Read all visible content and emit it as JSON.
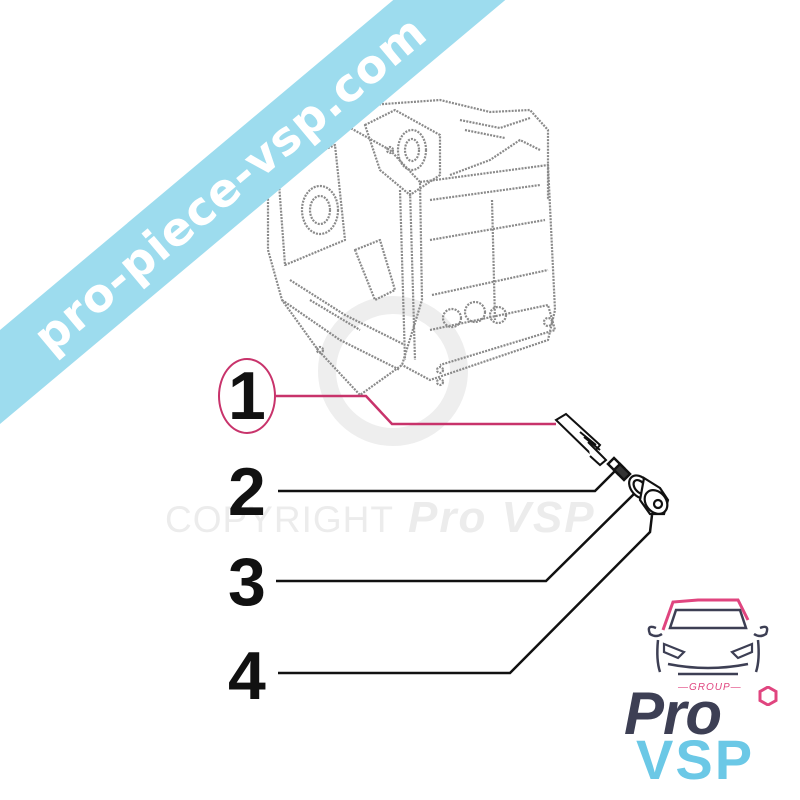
{
  "image": {
    "title": "Exploded parts diagram - gearbox housing with plug assembly",
    "subject": "Gearbox housing line drawing with callouts 1-4"
  },
  "watermark": {
    "banner_text": "pro-piece-vsp.com",
    "banner_color": "#9ddcee",
    "copyright_prefix": "COPYRIGHT",
    "copyright_brand": "Pro VSP"
  },
  "callouts": [
    {
      "number": "1",
      "highlighted": true,
      "highlight_color": "#c8336b"
    },
    {
      "number": "2",
      "highlighted": false
    },
    {
      "number": "3",
      "highlighted": false
    },
    {
      "number": "4",
      "highlighted": false
    }
  ],
  "logo": {
    "group_label": "GROUP",
    "line1": "Pro",
    "line2": "VSP",
    "colors": {
      "pro": "#3d3f54",
      "vsp": "#6bc8e6",
      "accent": "#e0457f"
    }
  }
}
